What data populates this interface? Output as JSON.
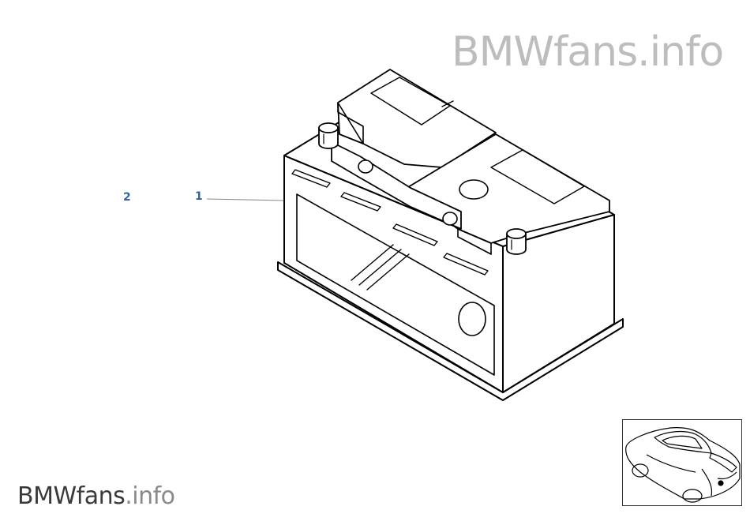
{
  "watermark": {
    "top": "BMWfans.info",
    "bottom_brand": "BMWfans",
    "bottom_tld": ".info"
  },
  "callouts": [
    {
      "label": "2",
      "color": "#2f62a6"
    },
    {
      "label": "1",
      "color": "#2f62a6"
    }
  ],
  "part": {
    "icon": "car-battery-icon"
  },
  "thumbnail": {
    "icon": "car-coupe-icon"
  }
}
